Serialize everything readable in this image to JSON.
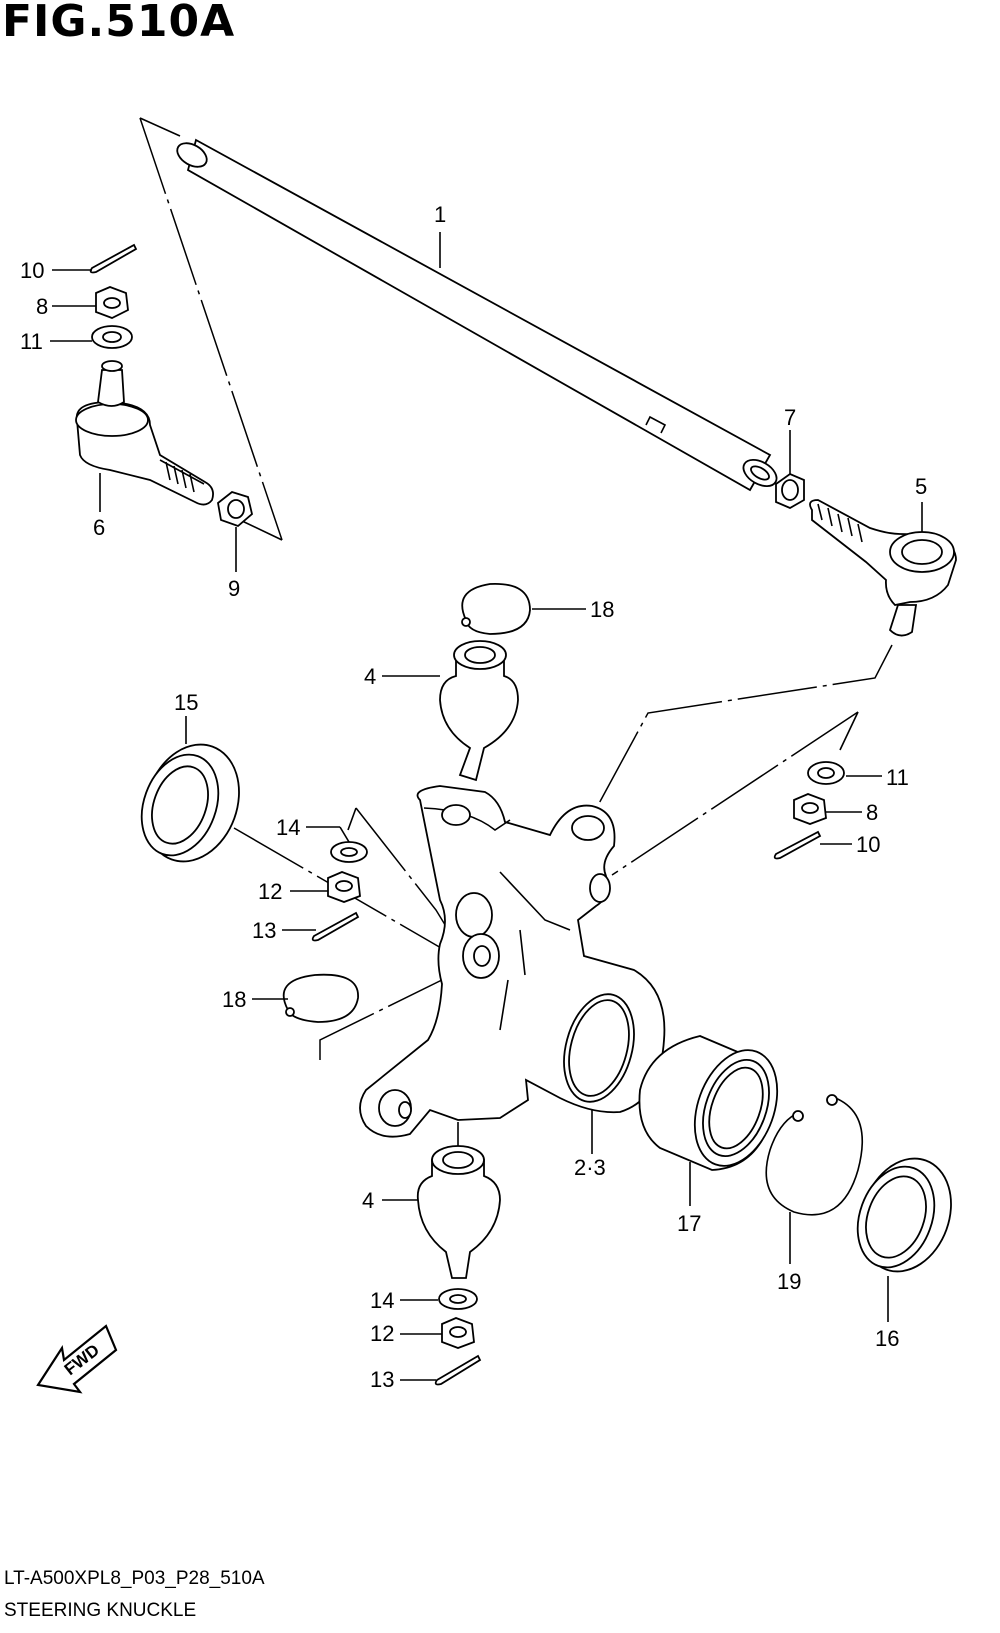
{
  "figure": {
    "title": "FIG.510A"
  },
  "footer": {
    "code": "LT-A500XPL8_P03_P28_510A",
    "name": "STEERING KNUCKLE"
  },
  "fwd_label": "FWD",
  "callouts": {
    "c1": "1",
    "c2_3": "2·3",
    "c4a": "4",
    "c4b": "4",
    "c5": "5",
    "c6": "6",
    "c7": "7",
    "c8a": "8",
    "c8b": "8",
    "c9": "9",
    "c10a": "10",
    "c10b": "10",
    "c11a": "11",
    "c11b": "11",
    "c12a": "12",
    "c12b": "12",
    "c13a": "13",
    "c13b": "13",
    "c14a": "14",
    "c14b": "14",
    "c15": "15",
    "c16": "16",
    "c17": "17",
    "c18a": "18",
    "c18b": "18",
    "c19": "19"
  }
}
